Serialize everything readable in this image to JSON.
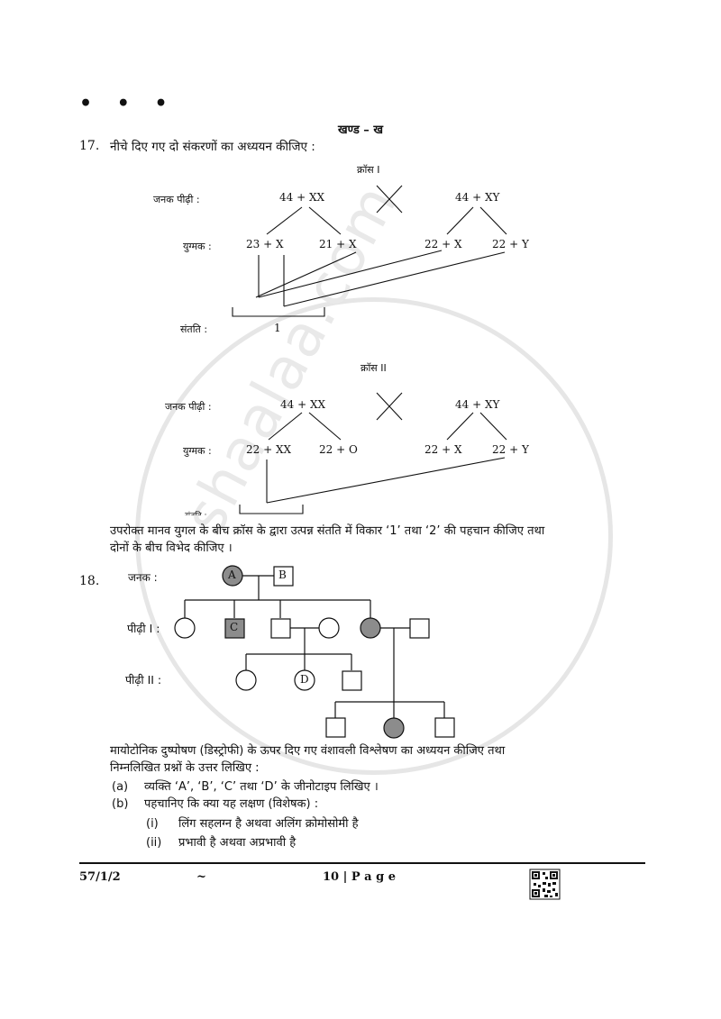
{
  "header": {
    "dots": "• • •",
    "section": "खण्ड – ख"
  },
  "q17": {
    "number": "17.",
    "prompt": "नीचे दिए गए दो संकरणों का अध्ययन कीजिए :",
    "cross1": {
      "title": "क्रॉस I",
      "parent_label": "जनक पीढ़ी :",
      "parent_female": "44 + XX",
      "parent_male": "44 + XY",
      "gamete_label": "युग्मक :",
      "gametes": [
        "23 + X",
        "21 + X",
        "22 + X",
        "22 + Y"
      ],
      "offspring_label": "संतति :",
      "offspring_mark": "1"
    },
    "cross2": {
      "title": "क्रॉस II",
      "parent_label": "जनक पीढ़ी :",
      "parent_female": "44 + XX",
      "parent_male": "44 + XY",
      "gamete_label": "युग्मक :",
      "gametes": [
        "22 + XX",
        "22 + O",
        "22 + X",
        "22 + Y"
      ],
      "offspring_label": "संतति :"
    },
    "question_line1": "उपरोक्त मानव युगल के बीच क्रॉस के द्वारा उत्पन्न संतति में विकार ‘1’ तथा ‘2’ की पहचान कीजिए तथा",
    "question_line2": "दोनों के बीच विभेद कीजिए ।"
  },
  "q18": {
    "number": "18.",
    "labels": {
      "parents": "जनक :",
      "gen1": "पीढ़ी I :",
      "gen2": "पीढ़ी II :"
    },
    "individuals": {
      "a": "A",
      "b": "B",
      "c": "C",
      "d": "D"
    },
    "intro_line1": "मायोटोनिक दुष्पोषण (डिस्ट्रोफी) के ऊपर दिए गए वंशावली विश्लेषण का अध्ययन कीजिए तथा",
    "intro_line2": "निम्नलिखित प्रश्नों के उत्तर लिखिए :",
    "parts": [
      {
        "label": "(a)",
        "text": "व्यक्ति ‘A’, ‘B’, ‘C’ तथा ‘D’ के जीनोटाइप लिखिए ।"
      },
      {
        "label": "(b)",
        "text": "पहचानिए कि क्या यह लक्षण (विशेषक) :"
      }
    ],
    "subparts": [
      {
        "label": "(i)",
        "text": "लिंग सहलग्न है अथवा अलिंग क्रोमोसोमी है"
      },
      {
        "label": "(ii)",
        "text": "प्रभावी है अथवा अप्रभावी है"
      }
    ]
  },
  "footer": {
    "code": "57/1/2",
    "tilde": "~",
    "page": "10 | P a g e"
  },
  "watermark": "shaalaa.com"
}
